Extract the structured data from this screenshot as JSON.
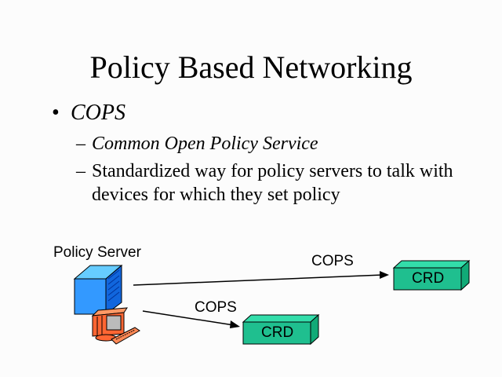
{
  "slide": {
    "title": "Policy Based Networking",
    "bullet": "COPS",
    "bullet_marker": "•",
    "sub_marker": "–",
    "sub_items": [
      "Common Open Policy Service",
      "Standardized way for policy servers to talk with",
      "devices for which they set policy"
    ]
  },
  "diagram": {
    "server_label": "Policy Server",
    "arrow_top_label": "COPS",
    "arrow_bottom_label": "COPS",
    "device_top_label": "CRD",
    "device_bottom_label": "CRD",
    "colors": {
      "device_fill": "#1fbf8f",
      "tower_fill": "#3399ff",
      "monitor_fill": "#ff6633"
    }
  }
}
